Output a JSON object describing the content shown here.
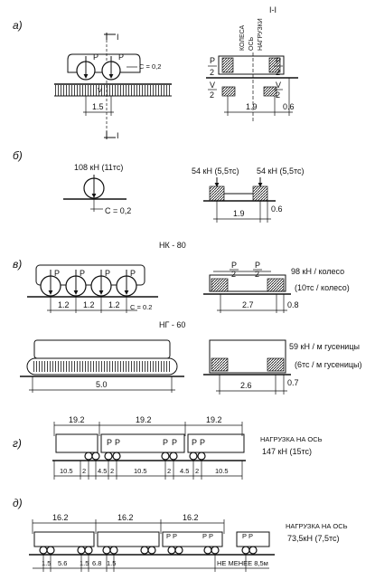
{
  "section_a": {
    "label": "а)",
    "section_title": "I-I",
    "cut_mark": "I",
    "p": "P",
    "c_label": "C = 0,2",
    "v_label": "V",
    "dim_15": "1.5",
    "p_half": "P",
    "half_den": "2",
    "v_half": "V",
    "dim_19": "1.9",
    "dim_06": "0.6",
    "vlabel_kolesa": "КОЛЕСА",
    "vlabel_os": "ОСЬ",
    "vlabel_nagruzki": "НАГРУЗКИ"
  },
  "section_b": {
    "label": "б)",
    "load_single": "108 кН (11тс)",
    "c_label": "C = 0,2",
    "load_left": "54 кН (5,5тс)",
    "load_right": "54 кН (5,5тс)",
    "dim_19": "1.9",
    "dim_06": "0.6"
  },
  "section_v": {
    "label": "в)",
    "title_nk": "НК - 80",
    "p": "P",
    "dims": [
      "1.2",
      "1.2",
      "1.2"
    ],
    "c_label": "C = 0.2",
    "load_kn": "98 кН / колесо",
    "load_ts": "(10тс / колесо)",
    "dim_27": "2.7",
    "dim_08": "0.8",
    "title_ng": "НГ - 60",
    "dim_50": "5.0",
    "load_kn2": "59 кН / м гусеницы",
    "load_ts2": "(6тс / м гусеницы)",
    "dim_26": "2.6",
    "dim_07": "0.7"
  },
  "section_g": {
    "label": "г)",
    "top_dims": [
      "19.2",
      "19.2",
      "19.2"
    ],
    "load_title": "НАГРУЗКА НА ОСЬ",
    "load_value": "147 кН (15тс)",
    "bottom_dims": [
      "10.5",
      "2",
      "4.5",
      "2",
      "10.5",
      "2",
      "4.5",
      "2",
      "10.5"
    ]
  },
  "section_d": {
    "label": "д)",
    "top_dims": [
      "16.2",
      "16.2",
      "16.2"
    ],
    "load_title": "НАГРУЗКА НА ОСЬ",
    "load_value": "73,5кН (7,5тс)",
    "bottom_dims": [
      "1.5",
      "5.6",
      "1.5",
      "6.8",
      "1.5"
    ],
    "gap_label": "НЕ МЕНЕЕ 8,5м"
  }
}
